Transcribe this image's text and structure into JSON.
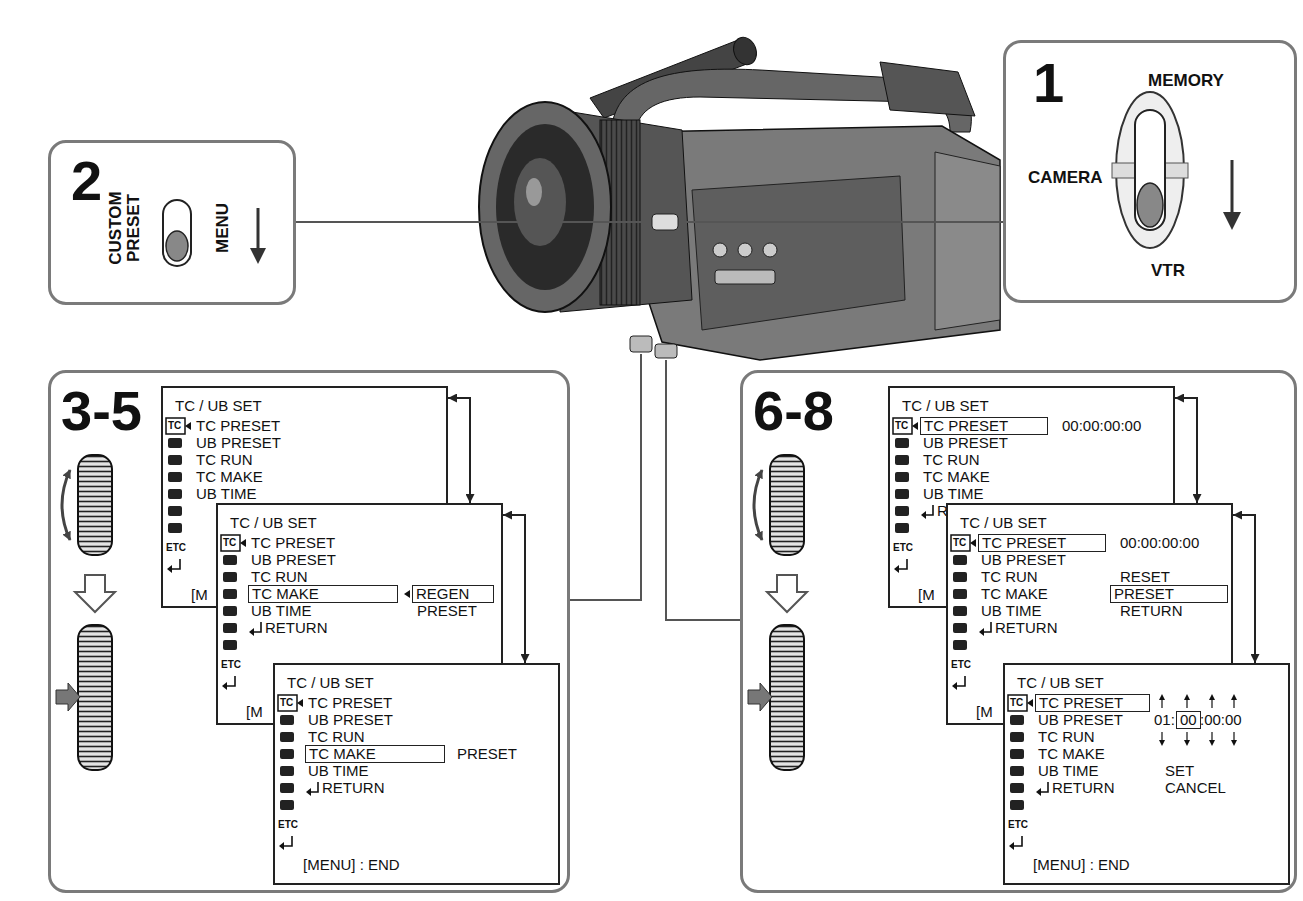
{
  "diagram": {
    "nodes": [
      {
        "text": [
          "1",
          "MEMORY",
          "CAMERA",
          "VTR"
        ]
      },
      {
        "text": [
          "2",
          "CUSTOM PRESET",
          "MENU"
        ]
      },
      {
        "text": [
          "3-5"
        ]
      },
      {
        "text": [
          "TC / UB SET",
          "TC",
          "TC PRESET",
          "UB PRESET",
          "TC RUN",
          "TC MAKE",
          "UB TIME",
          "ETC",
          "[M"
        ],
        "in": 2
      },
      {
        "text": [
          "TC / UB SET",
          "TC",
          "TC PRESET",
          "UB PRESET",
          "TC RUN",
          "UB TIME",
          "PRESET",
          "RETURN",
          "ETC",
          "[M"
        ],
        "in": 2
      },
      {
        "text": [
          "TC MAKE"
        ],
        "in": 4
      },
      {
        "text": [
          "REGEN"
        ],
        "in": 4
      },
      {
        "text": [
          "TC / UB SET",
          "TC",
          "TC PRESET",
          "UB PRESET",
          "TC RUN",
          "PRESET",
          "UB TIME",
          "RETURN",
          "ETC",
          "[MENU] : END"
        ],
        "in": 2
      },
      {
        "text": [
          "TC MAKE"
        ],
        "in": 7
      },
      {
        "text": [
          "6-8"
        ]
      },
      {
        "text": [
          "TC / UB SET",
          "TC",
          "00:00:00:00",
          "UB PRESET",
          "TC RUN",
          "TC MAKE",
          "UB TIME",
          "RETURN",
          "ETC",
          "[M"
        ],
        "in": 9
      },
      {
        "text": [
          "TC PRESET"
        ],
        "in": 10
      },
      {
        "text": [
          "TC / UB SET",
          "TC",
          "00:00:00:00",
          "UB PRESET",
          "TC RUN",
          "RESET",
          "TC MAKE",
          "UB TIME",
          "RETURN",
          "RETURN",
          "ETC",
          "[M"
        ],
        "in": 9
      },
      {
        "text": [
          "TC PRESET"
        ],
        "in": 12
      },
      {
        "text": [
          "PRESET"
        ],
        "in": 12
      },
      {
        "text": [
          "TC / UB SET",
          "TC",
          "UB PRESET",
          "01:",
          ":00:00",
          "TC RUN",
          "TC MAKE",
          "UB TIME",
          "SET",
          "RETURN",
          "CANCEL",
          "ETC",
          "[MENU] : END"
        ],
        "in": 9
      },
      {
        "text": [
          "TC PRESET"
        ],
        "in": 15
      },
      {
        "text": [
          "00"
        ],
        "in": 15
      }
    ],
    "edges": [
      {
        "from": 3,
        "to": 4,
        "arrow": "both"
      },
      {
        "from": 4,
        "to": 7,
        "arrow": "both"
      },
      {
        "from": 10,
        "to": 12,
        "arrow": "both"
      },
      {
        "from": 12,
        "to": 15,
        "arrow": "both"
      }
    ]
  }
}
